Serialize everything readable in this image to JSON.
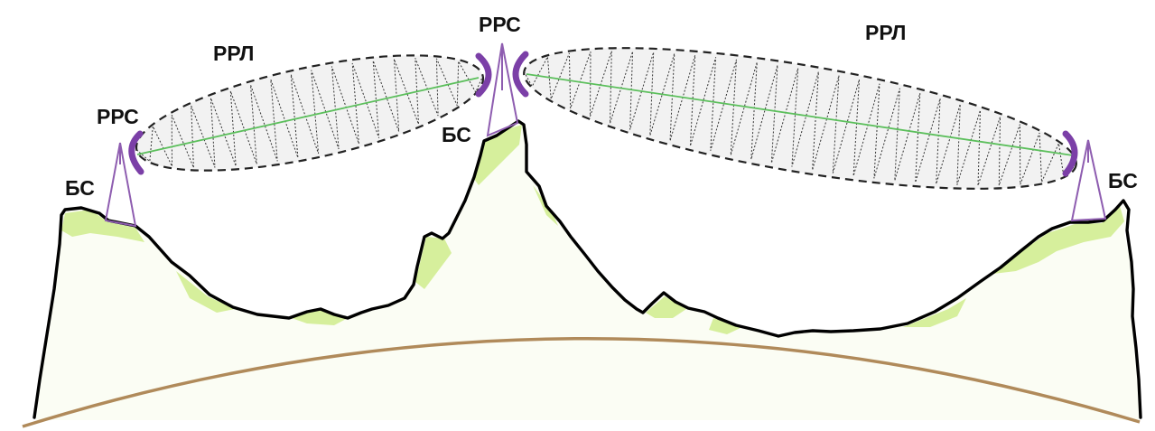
{
  "labels": {
    "link_left": "РРЛ",
    "link_right": "РРЛ",
    "relay_left": "РРС",
    "relay_center": "РРС",
    "base_left": "БС",
    "base_center": "БС",
    "base_right": "БС"
  },
  "colors": {
    "terrain_outline": "#000000",
    "vegetation": "#d6ef9c",
    "earth_curve": "#b08a5a",
    "tower": "#8e5db0",
    "antenna": "#7b3fa7",
    "beam_line": "#5cbf5c",
    "zone_outline": "#222222",
    "zone_fill": "#f1f1f1"
  }
}
